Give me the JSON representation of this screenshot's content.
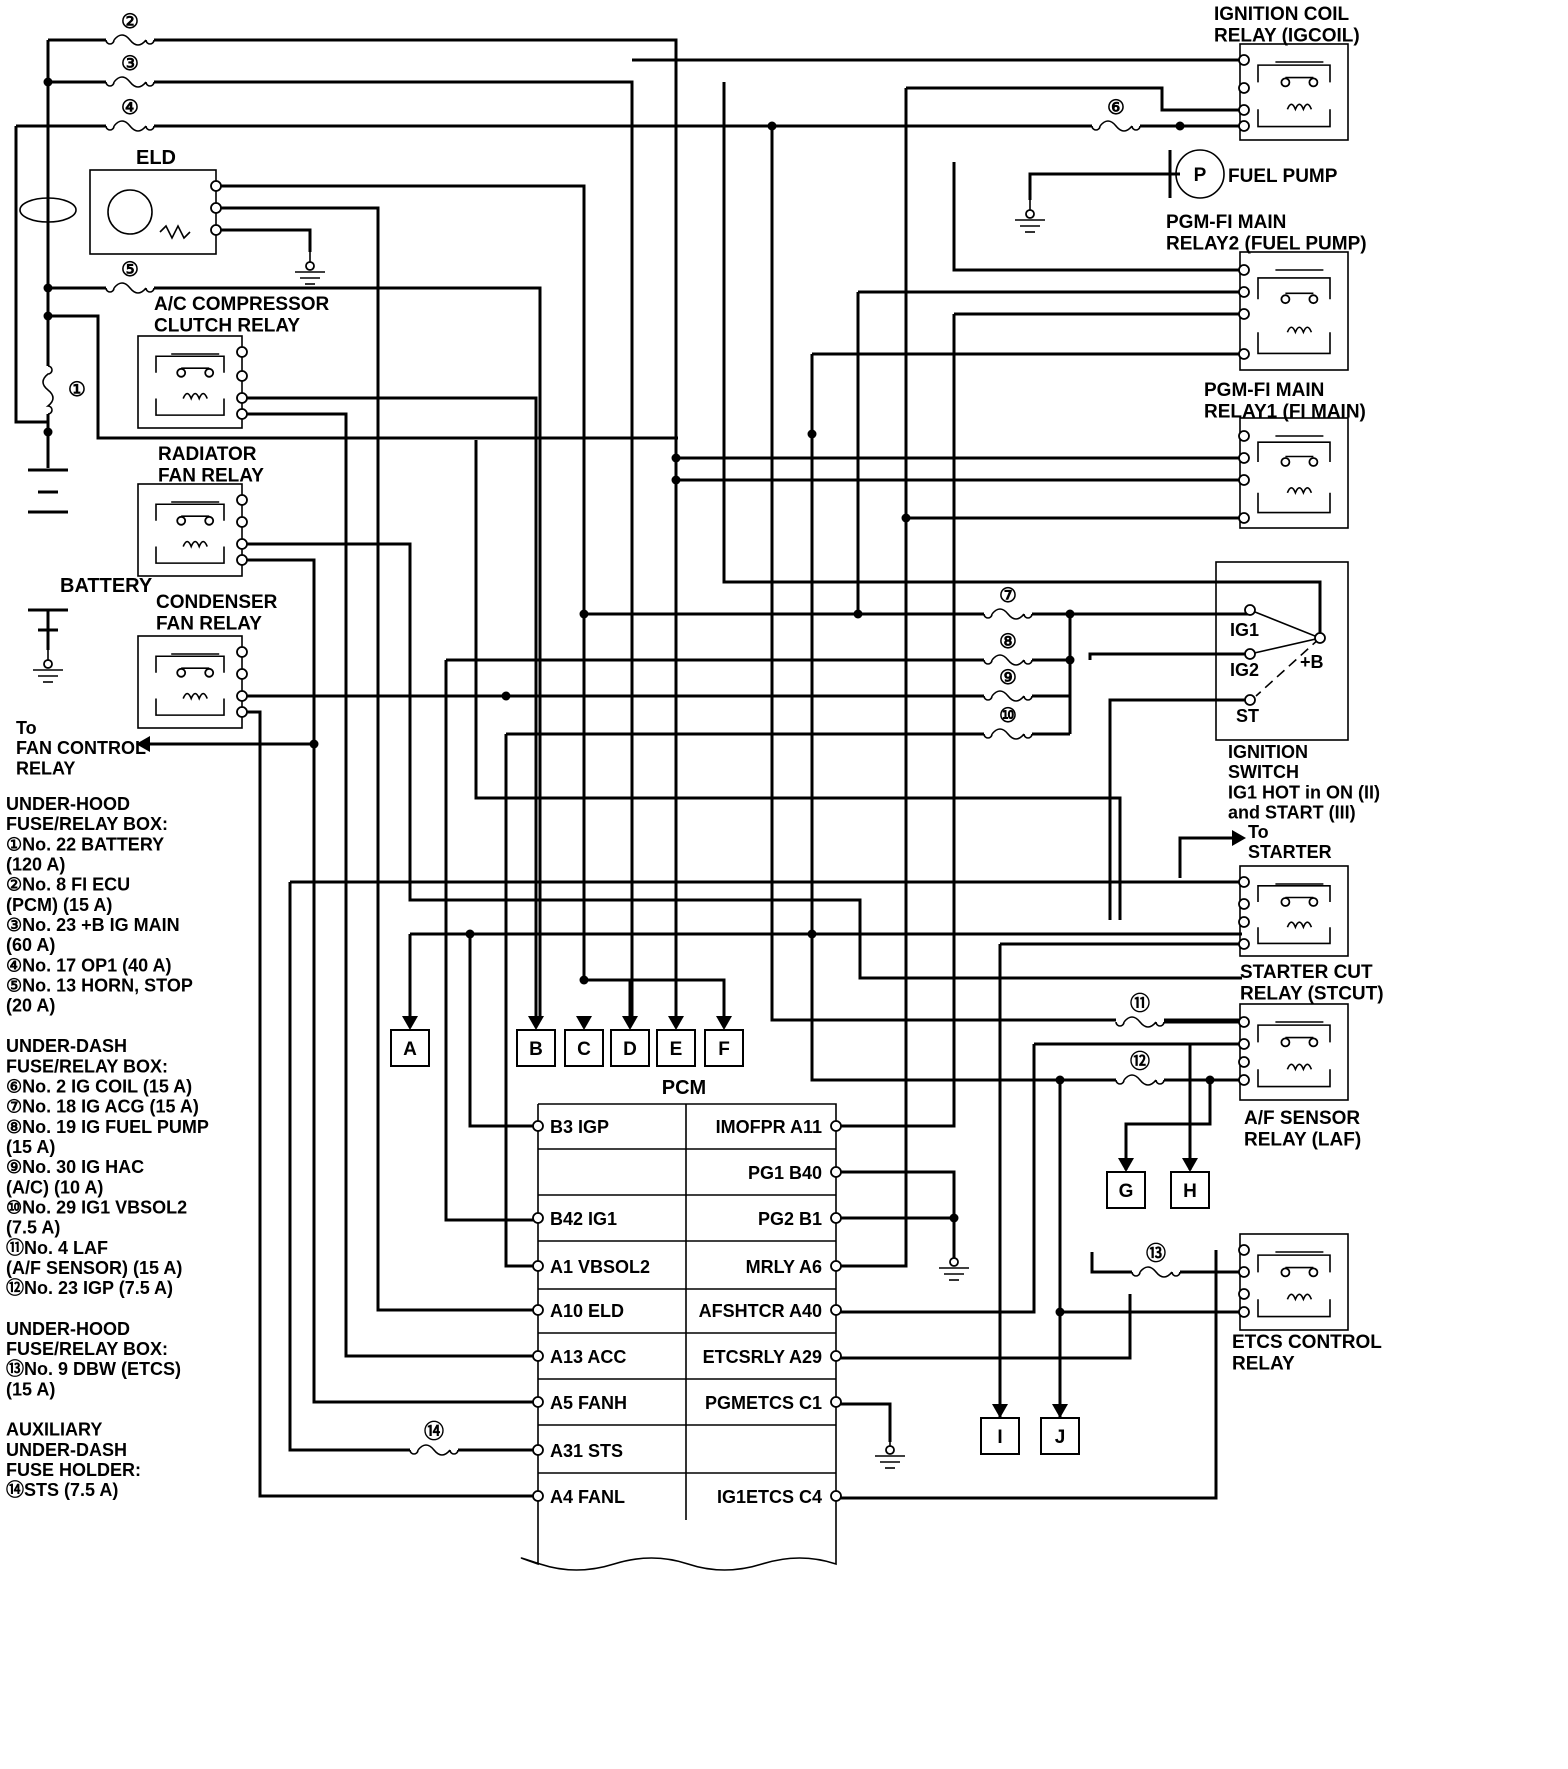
{
  "fuses_top": [
    "②",
    "③",
    "④",
    "⑤",
    "①",
    "⑥"
  ],
  "eld": {
    "label": "ELD"
  },
  "battery": {
    "label": "BATTERY"
  },
  "relays": {
    "ac_comp": "A/C COMPRESSOR\nCLUTCH RELAY",
    "radiator": "RADIATOR\nFAN RELAY",
    "condenser": "CONDENSER\nFAN RELAY",
    "igcoil": "IGNITION COIL\nRELAY (IGCOIL)",
    "fuel_pump": "PGM-FI MAIN\nRELAY2 (FUEL PUMP)",
    "fi_main": "PGM-FI MAIN\nRELAY1 (FI MAIN)",
    "stcut": "STARTER CUT\nRELAY (STCUT)",
    "laf": "A/F SENSOR\nRELAY (LAF)",
    "etcs": "ETCS CONTROL\nRELAY"
  },
  "fuel_pump_label": "FUEL PUMP",
  "fuel_pump_symbol": "P",
  "fan_control": "To\nFAN CONTROL\nRELAY",
  "to_starter": "To\nSTARTER",
  "ignition_switch": {
    "terminals": [
      "IG1",
      "IG2",
      "ST",
      "+B"
    ],
    "caption": "IGNITION\nSWITCH\nIG1 HOT in ON (II)\nand START (III)"
  },
  "side_fuses": [
    "⑦",
    "⑧",
    "⑨",
    "⑩",
    "⑪",
    "⑫",
    "⑬",
    "⑭"
  ],
  "connectors_top": [
    "A",
    "B",
    "C",
    "D",
    "E",
    "F"
  ],
  "connectors_right": [
    "G",
    "H",
    "I",
    "J"
  ],
  "pcm": {
    "title": "PCM",
    "left_pins": [
      "B3 IGP",
      "",
      "B42 IG1",
      "A1 VBSOL2",
      "A10 ELD",
      "A13 ACC",
      "A5 FANH",
      "A31 STS",
      "A4 FANL"
    ],
    "right_pins": [
      "IMOFPR A11",
      "PG1 B40",
      "PG2 B1",
      "MRLY A6",
      "AFSHTCR A40",
      "ETCSRLY A29",
      "PGMETCS C1",
      "",
      "IG1ETCS C4"
    ]
  },
  "legend": [
    "UNDER-HOOD\nFUSE/RELAY BOX:\n①No. 22 BATTERY\n (120 A)\n②No. 8 FI ECU\n (PCM) (15 A)\n③No. 23  +B IG MAIN\n (60 A)\n④No. 17 OP1 (40 A)\n⑤No. 13 HORN, STOP\n (20 A)",
    "UNDER-DASH\nFUSE/RELAY BOX:\n⑥No. 2 IG COIL (15 A)\n⑦No. 18 IG ACG (15 A)\n⑧No. 19 IG FUEL PUMP\n (15 A)\n⑨No. 30 IG HAC\n (A/C) (10 A)\n⑩No. 29 IG1 VBSOL2\n (7.5 A)\n⑪No. 4 LAF\n (A/F SENSOR) (15 A)\n⑫No. 23 IGP (7.5 A)",
    "UNDER-HOOD\nFUSE/RELAY BOX:\n⑬No. 9 DBW (ETCS)\n(15 A)",
    "AUXILIARY\nUNDER-DASH\nFUSE HOLDER:\n⑭STS (7.5 A)"
  ]
}
